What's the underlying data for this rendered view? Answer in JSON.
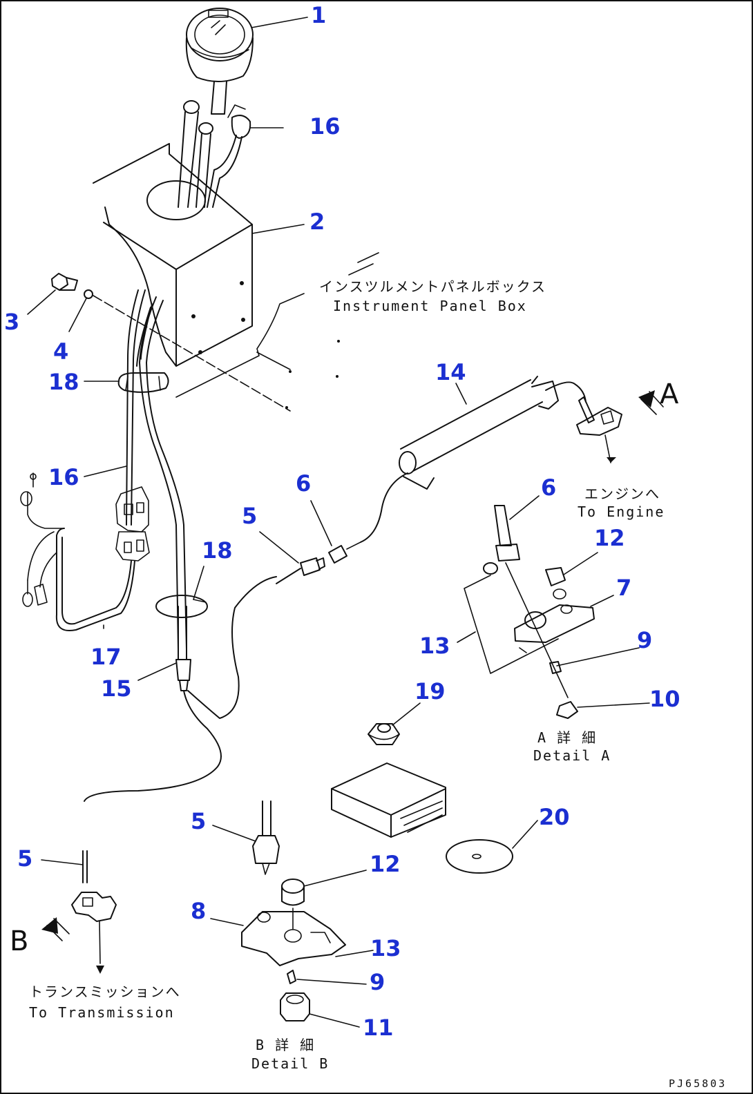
{
  "part_numbers": [
    {
      "id": "p1",
      "text": "1"
    },
    {
      "id": "p16a",
      "text": "16"
    },
    {
      "id": "p2",
      "text": "2"
    },
    {
      "id": "p3",
      "text": "3"
    },
    {
      "id": "p4",
      "text": "4"
    },
    {
      "id": "p18a",
      "text": "18"
    },
    {
      "id": "p14",
      "text": "14"
    },
    {
      "id": "p16b",
      "text": "16"
    },
    {
      "id": "p6a",
      "text": "6"
    },
    {
      "id": "p6b",
      "text": "6"
    },
    {
      "id": "p5a",
      "text": "5"
    },
    {
      "id": "p18b",
      "text": "18"
    },
    {
      "id": "p12a",
      "text": "12"
    },
    {
      "id": "p7",
      "text": "7"
    },
    {
      "id": "p9a",
      "text": "9"
    },
    {
      "id": "p13a",
      "text": "13"
    },
    {
      "id": "p17",
      "text": "17"
    },
    {
      "id": "p15",
      "text": "15"
    },
    {
      "id": "p19",
      "text": "19"
    },
    {
      "id": "p10",
      "text": "10"
    },
    {
      "id": "p5b",
      "text": "5"
    },
    {
      "id": "p20",
      "text": "20"
    },
    {
      "id": "p5c",
      "text": "5"
    },
    {
      "id": "p12b",
      "text": "12"
    },
    {
      "id": "p8",
      "text": "8"
    },
    {
      "id": "p13b",
      "text": "13"
    },
    {
      "id": "p9b",
      "text": "9"
    },
    {
      "id": "p11",
      "text": "11"
    }
  ],
  "labels": {
    "instrument_panel_jp": "インスツルメントパネルボックス",
    "instrument_panel_en": "Instrument Panel Box",
    "engine_jp": "エンジンへ",
    "engine_en": "To Engine",
    "detail_a_jp": "A 詳 細",
    "detail_a_en": "Detail A",
    "transmission_jp": "トランスミッションへ",
    "transmission_en": "To Transmission",
    "detail_b_jp": "B 詳 細",
    "detail_b_en": "Detail B",
    "view_a": "A",
    "view_b": "B",
    "drawing_code": "PJ65803"
  },
  "colors": {
    "callout_number": "#1b2fd1",
    "linework": "#111111"
  }
}
